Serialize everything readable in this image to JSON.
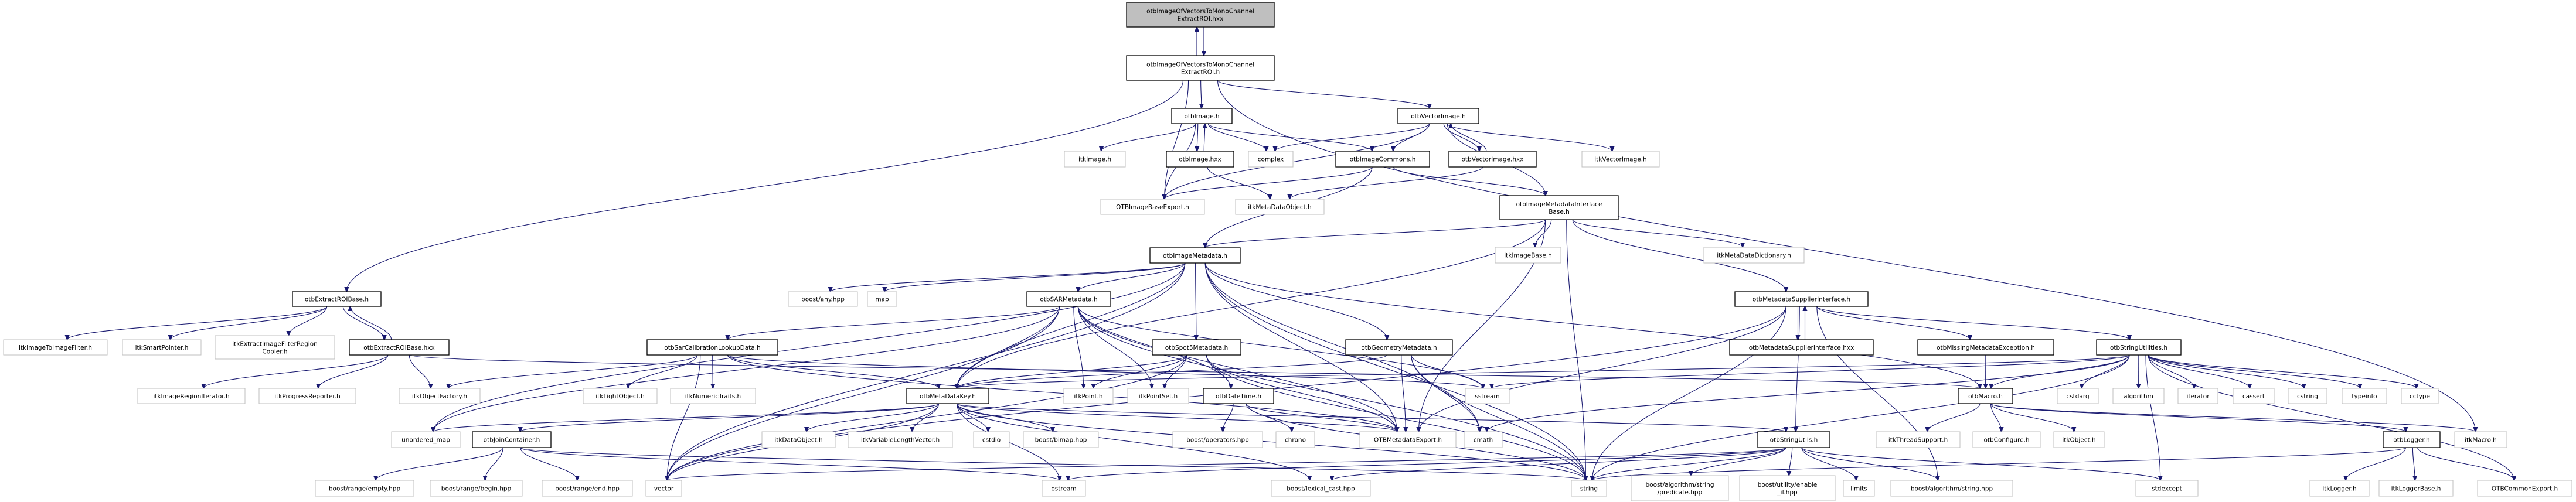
{
  "title": "Include dependency graph for otbImageOfVectorsToMonoChannelExtractROI.hxx",
  "colors": {
    "edge": "#191970",
    "root_fill": "#bfbfbf",
    "internal_border": "#000000",
    "external_border": "#bfbfbf"
  },
  "nodes": [
    {
      "id": "root",
      "lines": [
        "otbImageOfVectorsToMonoChannel",
        "ExtractROI.hxx"
      ],
      "kind": "root"
    },
    {
      "id": "roi_h",
      "lines": [
        "otbImageOfVectorsToMonoChannel",
        "ExtractROI.h"
      ],
      "kind": "internal"
    },
    {
      "id": "otbImage_h",
      "lines": [
        "otbImage.h"
      ],
      "kind": "internal"
    },
    {
      "id": "otbVectorImage_h",
      "lines": [
        "otbVectorImage.h"
      ],
      "kind": "internal"
    },
    {
      "id": "itkImage_h",
      "lines": [
        "itkImage.h"
      ],
      "kind": "external"
    },
    {
      "id": "otbImage_hxx",
      "lines": [
        "otbImage.hxx"
      ],
      "kind": "internal"
    },
    {
      "id": "complex",
      "lines": [
        "complex"
      ],
      "kind": "external"
    },
    {
      "id": "otbImageCommons_h",
      "lines": [
        "otbImageCommons.h"
      ],
      "kind": "internal"
    },
    {
      "id": "otbVectorImage_hxx",
      "lines": [
        "otbVectorImage.hxx"
      ],
      "kind": "internal"
    },
    {
      "id": "itkVectorImage_h",
      "lines": [
        "itkVectorImage.h"
      ],
      "kind": "external"
    },
    {
      "id": "OTBImageBaseExport_h",
      "lines": [
        "OTBImageBaseExport.h"
      ],
      "kind": "external"
    },
    {
      "id": "itkMetaDataObject_h",
      "lines": [
        "itkMetaDataObject.h"
      ],
      "kind": "external"
    },
    {
      "id": "otbImageMetadataInterfaceBase_h",
      "lines": [
        "otbImageMetadataInterface",
        "Base.h"
      ],
      "kind": "internal"
    },
    {
      "id": "itkImageBase_h",
      "lines": [
        "itkImageBase.h"
      ],
      "kind": "external"
    },
    {
      "id": "itkMetaDataDictionary_h",
      "lines": [
        "itkMetaDataDictionary.h"
      ],
      "kind": "external"
    },
    {
      "id": "otbImageMetadata_h",
      "lines": [
        "otbImageMetadata.h"
      ],
      "kind": "internal"
    },
    {
      "id": "otbExtractROIBase_h",
      "lines": [
        "otbExtractROIBase.h"
      ],
      "kind": "internal"
    },
    {
      "id": "boost_any",
      "lines": [
        "boost/any.hpp"
      ],
      "kind": "external"
    },
    {
      "id": "map",
      "lines": [
        "map"
      ],
      "kind": "external"
    },
    {
      "id": "otbSARMetadata_h",
      "lines": [
        "otbSARMetadata.h"
      ],
      "kind": "internal"
    },
    {
      "id": "otbMetadataSupplierInterface_h",
      "lines": [
        "otbMetadataSupplierInterface.h"
      ],
      "kind": "internal"
    },
    {
      "id": "itkImageToImageFilter_h",
      "lines": [
        "itkImageToImageFilter.h"
      ],
      "kind": "external"
    },
    {
      "id": "itkSmartPointer_h",
      "lines": [
        "itkSmartPointer.h"
      ],
      "kind": "external"
    },
    {
      "id": "itkExtractImageFilterRegionCopier_h",
      "lines": [
        "itkExtractImageFilterRegion",
        "Copier.h"
      ],
      "kind": "external"
    },
    {
      "id": "otbExtractROIBase_hxx",
      "lines": [
        "otbExtractROIBase.hxx"
      ],
      "kind": "internal"
    },
    {
      "id": "otbSarCalibrationLookupData_h",
      "lines": [
        "otbSarCalibrationLookupData.h"
      ],
      "kind": "internal"
    },
    {
      "id": "otbSpot5Metadata_h",
      "lines": [
        "otbSpot5Metadata.h"
      ],
      "kind": "internal"
    },
    {
      "id": "otbGeometryMetadata_h",
      "lines": [
        "otbGeometryMetadata.h"
      ],
      "kind": "internal"
    },
    {
      "id": "otbMetadataSupplierInterface_hxx",
      "lines": [
        "otbMetadataSupplierInterface.hxx"
      ],
      "kind": "internal"
    },
    {
      "id": "otbMissingMetadataException_h",
      "lines": [
        "otbMissingMetadataException.h"
      ],
      "kind": "internal"
    },
    {
      "id": "otbStringUtilities_h",
      "lines": [
        "otbStringUtilities.h"
      ],
      "kind": "internal"
    },
    {
      "id": "itkImageRegionIterator_h",
      "lines": [
        "itkImageRegionIterator.h"
      ],
      "kind": "external"
    },
    {
      "id": "itkProgressReporter_h",
      "lines": [
        "itkProgressReporter.h"
      ],
      "kind": "external"
    },
    {
      "id": "itkObjectFactory_h",
      "lines": [
        "itkObjectFactory.h"
      ],
      "kind": "external"
    },
    {
      "id": "itkLightObject_h",
      "lines": [
        "itkLightObject.h"
      ],
      "kind": "external"
    },
    {
      "id": "itkNumericTraits_h",
      "lines": [
        "itkNumericTraits.h"
      ],
      "kind": "external"
    },
    {
      "id": "otbMetaDataKey_h",
      "lines": [
        "otbMetaDataKey.h"
      ],
      "kind": "internal"
    },
    {
      "id": "itkPoint_h",
      "lines": [
        "itkPoint.h"
      ],
      "kind": "external"
    },
    {
      "id": "itkPointSet_h",
      "lines": [
        "itkPointSet.h"
      ],
      "kind": "external"
    },
    {
      "id": "otbDateTime_h",
      "lines": [
        "otbDateTime.h"
      ],
      "kind": "internal"
    },
    {
      "id": "sstream",
      "lines": [
        "sstream"
      ],
      "kind": "external"
    },
    {
      "id": "otbMacro_h",
      "lines": [
        "otbMacro.h"
      ],
      "kind": "internal"
    },
    {
      "id": "cstdarg",
      "lines": [
        "cstdarg"
      ],
      "kind": "external"
    },
    {
      "id": "algorithm",
      "lines": [
        "algorithm"
      ],
      "kind": "external"
    },
    {
      "id": "iterator",
      "lines": [
        "iterator"
      ],
      "kind": "external"
    },
    {
      "id": "cassert",
      "lines": [
        "cassert"
      ],
      "kind": "external"
    },
    {
      "id": "cstring",
      "lines": [
        "cstring"
      ],
      "kind": "external"
    },
    {
      "id": "typeinfo",
      "lines": [
        "typeinfo"
      ],
      "kind": "external"
    },
    {
      "id": "cctype",
      "lines": [
        "cctype"
      ],
      "kind": "external"
    },
    {
      "id": "unordered_map",
      "lines": [
        "unordered_map"
      ],
      "kind": "external"
    },
    {
      "id": "otbJoinContainer_h",
      "lines": [
        "otbJoinContainer.h"
      ],
      "kind": "internal"
    },
    {
      "id": "itkDataObject_h",
      "lines": [
        "itkDataObject.h"
      ],
      "kind": "external"
    },
    {
      "id": "itkVariableLengthVector_h",
      "lines": [
        "itkVariableLengthVector.h"
      ],
      "kind": "external"
    },
    {
      "id": "cstdio",
      "lines": [
        "cstdio"
      ],
      "kind": "external"
    },
    {
      "id": "boost_bimap",
      "lines": [
        "boost/bimap.hpp"
      ],
      "kind": "external"
    },
    {
      "id": "boost_operators",
      "lines": [
        "boost/operators.hpp"
      ],
      "kind": "external"
    },
    {
      "id": "chrono",
      "lines": [
        "chrono"
      ],
      "kind": "external"
    },
    {
      "id": "OTBMetadataExport_h",
      "lines": [
        "OTBMetadataExport.h"
      ],
      "kind": "external"
    },
    {
      "id": "cmath",
      "lines": [
        "cmath"
      ],
      "kind": "external"
    },
    {
      "id": "otbStringUtils_h",
      "lines": [
        "otbStringUtils.h"
      ],
      "kind": "internal"
    },
    {
      "id": "itkThreadSupport_h",
      "lines": [
        "itkThreadSupport.h"
      ],
      "kind": "external"
    },
    {
      "id": "otbConfigure_h",
      "lines": [
        "otbConfigure.h"
      ],
      "kind": "external"
    },
    {
      "id": "itkObject_h",
      "lines": [
        "itkObject.h"
      ],
      "kind": "external"
    },
    {
      "id": "otbLogger_h",
      "lines": [
        "otbLogger.h"
      ],
      "kind": "internal"
    },
    {
      "id": "itkMacro_h",
      "lines": [
        "itkMacro.h"
      ],
      "kind": "external"
    },
    {
      "id": "boost_range_empty",
      "lines": [
        "boost/range/empty.hpp"
      ],
      "kind": "external"
    },
    {
      "id": "boost_range_begin",
      "lines": [
        "boost/range/begin.hpp"
      ],
      "kind": "external"
    },
    {
      "id": "boost_range_end",
      "lines": [
        "boost/range/end.hpp"
      ],
      "kind": "external"
    },
    {
      "id": "vector",
      "lines": [
        "vector"
      ],
      "kind": "external"
    },
    {
      "id": "ostream",
      "lines": [
        "ostream"
      ],
      "kind": "external"
    },
    {
      "id": "boost_lexical_cast",
      "lines": [
        "boost/lexical_cast.hpp"
      ],
      "kind": "external"
    },
    {
      "id": "string",
      "lines": [
        "string"
      ],
      "kind": "external"
    },
    {
      "id": "boost_predicate",
      "lines": [
        "boost/algorithm/string",
        "/predicate.hpp"
      ],
      "kind": "external"
    },
    {
      "id": "boost_enable_if",
      "lines": [
        "boost/utility/enable",
        "_if.hpp"
      ],
      "kind": "external"
    },
    {
      "id": "limits",
      "lines": [
        "limits"
      ],
      "kind": "external"
    },
    {
      "id": "boost_algorithm_string",
      "lines": [
        "boost/algorithm/string.hpp"
      ],
      "kind": "external"
    },
    {
      "id": "stdexcept",
      "lines": [
        "stdexcept"
      ],
      "kind": "external"
    },
    {
      "id": "itkLogger_h",
      "lines": [
        "itkLogger.h"
      ],
      "kind": "external"
    },
    {
      "id": "itkLoggerBase_h",
      "lines": [
        "itkLoggerBase.h"
      ],
      "kind": "external"
    },
    {
      "id": "OTBCommonExport_h",
      "lines": [
        "OTBCommonExport.h"
      ],
      "kind": "external"
    }
  ],
  "edges": [
    [
      "root",
      "roi_h"
    ],
    [
      "roi_h",
      "root"
    ],
    [
      "roi_h",
      "otbImage_h"
    ],
    [
      "roi_h",
      "otbVectorImage_h"
    ],
    [
      "roi_h",
      "otbExtractROIBase_h"
    ],
    [
      "roi_h",
      "OTBImageBaseExport_h"
    ],
    [
      "roi_h",
      "itkMacro_h"
    ],
    [
      "otbImage_h",
      "itkImage_h"
    ],
    [
      "otbImage_h",
      "otbImage_hxx"
    ],
    [
      "otbImage_hxx",
      "otbImage_h"
    ],
    [
      "otbImage_h",
      "complex"
    ],
    [
      "otbImage_h",
      "otbImageCommons_h"
    ],
    [
      "otbImage_h",
      "OTBImageBaseExport_h"
    ],
    [
      "otbImage_hxx",
      "itkMetaDataObject_h"
    ],
    [
      "otbVectorImage_h",
      "complex"
    ],
    [
      "otbVectorImage_h",
      "otbImageCommons_h"
    ],
    [
      "otbVectorImage_h",
      "otbVectorImage_hxx"
    ],
    [
      "otbVectorImage_hxx",
      "otbVectorImage_h"
    ],
    [
      "otbVectorImage_h",
      "itkVectorImage_h"
    ],
    [
      "otbVectorImage_h",
      "OTBImageBaseExport_h"
    ],
    [
      "otbVectorImage_h",
      "otbImageMetadataInterfaceBase_h"
    ],
    [
      "otbVectorImage_hxx",
      "itkMetaDataObject_h"
    ],
    [
      "otbImageCommons_h",
      "OTBImageBaseExport_h"
    ],
    [
      "otbImageCommons_h",
      "otbImageMetadataInterfaceBase_h"
    ],
    [
      "otbImageCommons_h",
      "otbImageMetadata_h"
    ],
    [
      "otbImageMetadataInterfaceBase_h",
      "otbImageMetadata_h"
    ],
    [
      "otbImageMetadataInterfaceBase_h",
      "itkImageBase_h"
    ],
    [
      "otbImageMetadataInterfaceBase_h",
      "itkMetaDataDictionary_h"
    ],
    [
      "otbImageMetadataInterfaceBase_h",
      "otbMetadataSupplierInterface_h"
    ],
    [
      "otbImageMetadataInterfaceBase_h",
      "string"
    ],
    [
      "otbImageMetadataInterfaceBase_h",
      "OTBMetadataExport_h"
    ],
    [
      "otbImageMetadataInterfaceBase_h",
      "otbMetaDataKey_h"
    ],
    [
      "otbImageMetadata_h",
      "boost_any"
    ],
    [
      "otbImageMetadata_h",
      "map"
    ],
    [
      "otbImageMetadata_h",
      "otbSARMetadata_h"
    ],
    [
      "otbImageMetadata_h",
      "otbSpot5Metadata_h"
    ],
    [
      "otbImageMetadata_h",
      "otbGeometryMetadata_h"
    ],
    [
      "otbImageMetadata_h",
      "otbMetaDataKey_h"
    ],
    [
      "otbImageMetadata_h",
      "OTBMetadataExport_h"
    ],
    [
      "otbImageMetadata_h",
      "string"
    ],
    [
      "otbImageMetadata_h",
      "vector"
    ],
    [
      "otbImageMetadata_h",
      "unordered_map"
    ],
    [
      "otbImageMetadata_h",
      "otbMacro_h"
    ],
    [
      "otbImageMetadata_h",
      "cmath"
    ],
    [
      "otbExtractROIBase_h",
      "itkImageToImageFilter_h"
    ],
    [
      "otbExtractROIBase_h",
      "itkSmartPointer_h"
    ],
    [
      "otbExtractROIBase_h",
      "itkExtractImageFilterRegionCopier_h"
    ],
    [
      "otbExtractROIBase_h",
      "otbExtractROIBase_hxx"
    ],
    [
      "otbExtractROIBase_hxx",
      "otbExtractROIBase_h"
    ],
    [
      "otbExtractROIBase_hxx",
      "itkImageRegionIterator_h"
    ],
    [
      "otbExtractROIBase_hxx",
      "itkProgressReporter_h"
    ],
    [
      "otbExtractROIBase_hxx",
      "itkObjectFactory_h"
    ],
    [
      "otbExtractROIBase_hxx",
      "otbMacro_h"
    ],
    [
      "otbSARMetadata_h",
      "otbSarCalibrationLookupData_h"
    ],
    [
      "otbSARMetadata_h",
      "otbMetaDataKey_h"
    ],
    [
      "otbSARMetadata_h",
      "itkPoint_h"
    ],
    [
      "otbSARMetadata_h",
      "itkPointSet_h"
    ],
    [
      "otbSARMetadata_h",
      "otbDateTime_h"
    ],
    [
      "otbSARMetadata_h",
      "OTBMetadataExport_h"
    ],
    [
      "otbSARMetadata_h",
      "string"
    ],
    [
      "otbSARMetadata_h",
      "vector"
    ],
    [
      "otbSARMetadata_h",
      "sstream"
    ],
    [
      "otbSARMetadata_h",
      "unordered_map"
    ],
    [
      "otbSarCalibrationLookupData_h",
      "itkObjectFactory_h"
    ],
    [
      "otbSarCalibrationLookupData_h",
      "itkLightObject_h"
    ],
    [
      "otbSarCalibrationLookupData_h",
      "itkNumericTraits_h"
    ],
    [
      "otbSarCalibrationLookupData_h",
      "otbMetaDataKey_h"
    ],
    [
      "otbSarCalibrationLookupData_h",
      "vector"
    ],
    [
      "otbSarCalibrationLookupData_h",
      "sstream"
    ],
    [
      "otbSarCalibrationLookupData_h",
      "OTBMetadataExport_h"
    ],
    [
      "otbSpot5Metadata_h",
      "otbMetaDataKey_h"
    ],
    [
      "otbSpot5Metadata_h",
      "itkPoint_h"
    ],
    [
      "otbSpot5Metadata_h",
      "itkPointSet_h"
    ],
    [
      "otbSpot5Metadata_h",
      "otbDateTime_h"
    ],
    [
      "otbSpot5Metadata_h",
      "OTBMetadataExport_h"
    ],
    [
      "otbSpot5Metadata_h",
      "string"
    ],
    [
      "otbSpot5Metadata_h",
      "vector"
    ],
    [
      "otbGeometryMetadata_h",
      "otbMetaDataKey_h"
    ],
    [
      "otbGeometryMetadata_h",
      "sstream"
    ],
    [
      "otbGeometryMetadata_h",
      "OTBMetadataExport_h"
    ],
    [
      "otbGeometryMetadata_h",
      "string"
    ],
    [
      "otbGeometryMetadata_h",
      "cmath"
    ],
    [
      "otbMetadataSupplierInterface_h",
      "otbMetadataSupplierInterface_hxx"
    ],
    [
      "otbMetadataSupplierInterface_hxx",
      "otbMetadataSupplierInterface_h"
    ],
    [
      "otbMetadataSupplierInterface_h",
      "otbMissingMetadataException_h"
    ],
    [
      "otbMetadataSupplierInterface_h",
      "otbStringUtilities_h"
    ],
    [
      "otbMetadataSupplierInterface_h",
      "otbStringUtils_h"
    ],
    [
      "otbMetadataSupplierInterface_h",
      "string"
    ],
    [
      "otbMetadataSupplierInterface_h",
      "OTBMetadataExport_h"
    ],
    [
      "otbMetadataSupplierInterface_h",
      "vector"
    ],
    [
      "otbMetadataSupplierInterface_h",
      "boost_algorithm_string"
    ],
    [
      "otbMissingMetadataException_h",
      "otbMacro_h"
    ],
    [
      "otbStringUtilities_h",
      "cstdarg"
    ],
    [
      "otbStringUtilities_h",
      "algorithm"
    ],
    [
      "otbStringUtilities_h",
      "iterator"
    ],
    [
      "otbStringUtilities_h",
      "cassert"
    ],
    [
      "otbStringUtilities_h",
      "cstring"
    ],
    [
      "otbStringUtilities_h",
      "typeinfo"
    ],
    [
      "otbStringUtilities_h",
      "cctype"
    ],
    [
      "otbStringUtilities_h",
      "otbMacro_h"
    ],
    [
      "otbStringUtilities_h",
      "sstream"
    ],
    [
      "otbStringUtilities_h",
      "string"
    ],
    [
      "otbStringUtilities_h",
      "stdexcept"
    ],
    [
      "otbStringUtilities_h",
      "OTBCommonExport_h"
    ],
    [
      "otbStringUtilities_h",
      "cmath"
    ],
    [
      "otbStringUtilities_h",
      "otbMetaDataKey_h"
    ],
    [
      "otbMetaDataKey_h",
      "unordered_map"
    ],
    [
      "otbMetaDataKey_h",
      "otbJoinContainer_h"
    ],
    [
      "otbMetaDataKey_h",
      "itkDataObject_h"
    ],
    [
      "otbMetaDataKey_h",
      "itkVariableLengthVector_h"
    ],
    [
      "otbMetaDataKey_h",
      "cstdio"
    ],
    [
      "otbMetaDataKey_h",
      "boost_bimap"
    ],
    [
      "otbMetaDataKey_h",
      "OTBMetadataExport_h"
    ],
    [
      "otbMetaDataKey_h",
      "string"
    ],
    [
      "otbMetaDataKey_h",
      "vector"
    ],
    [
      "otbMetaDataKey_h",
      "otbStringUtils_h"
    ],
    [
      "otbMetaDataKey_h",
      "boost_lexical_cast"
    ],
    [
      "otbMetaDataKey_h",
      "ostream"
    ],
    [
      "otbDateTime_h",
      "boost_operators"
    ],
    [
      "otbDateTime_h",
      "chrono"
    ],
    [
      "otbDateTime_h",
      "OTBMetadataExport_h"
    ],
    [
      "otbDateTime_h",
      "string"
    ],
    [
      "otbJoinContainer_h",
      "boost_range_empty"
    ],
    [
      "otbJoinContainer_h",
      "boost_range_begin"
    ],
    [
      "otbJoinContainer_h",
      "boost_range_end"
    ],
    [
      "otbJoinContainer_h",
      "ostream"
    ],
    [
      "otbJoinContainer_h",
      "string"
    ],
    [
      "otbMacro_h",
      "itkThreadSupport_h"
    ],
    [
      "otbMacro_h",
      "otbConfigure_h"
    ],
    [
      "otbMacro_h",
      "itkObject_h"
    ],
    [
      "otbMacro_h",
      "otbLogger_h"
    ],
    [
      "otbMacro_h",
      "itkMacro_h"
    ],
    [
      "otbStringUtils_h",
      "string"
    ],
    [
      "otbStringUtils_h",
      "boost_predicate"
    ],
    [
      "otbStringUtils_h",
      "boost_enable_if"
    ],
    [
      "otbStringUtils_h",
      "limits"
    ],
    [
      "otbStringUtils_h",
      "boost_algorithm_string"
    ],
    [
      "otbStringUtils_h",
      "vector"
    ],
    [
      "otbStringUtils_h",
      "boost_lexical_cast"
    ],
    [
      "otbStringUtils_h",
      "stdexcept"
    ],
    [
      "otbStringUtils_h",
      "ostream"
    ],
    [
      "otbLogger_h",
      "itkLogger_h"
    ],
    [
      "otbLogger_h",
      "itkLoggerBase_h"
    ],
    [
      "otbLogger_h",
      "OTBCommonExport_h"
    ],
    [
      "otbLogger_h",
      "string"
    ]
  ]
}
